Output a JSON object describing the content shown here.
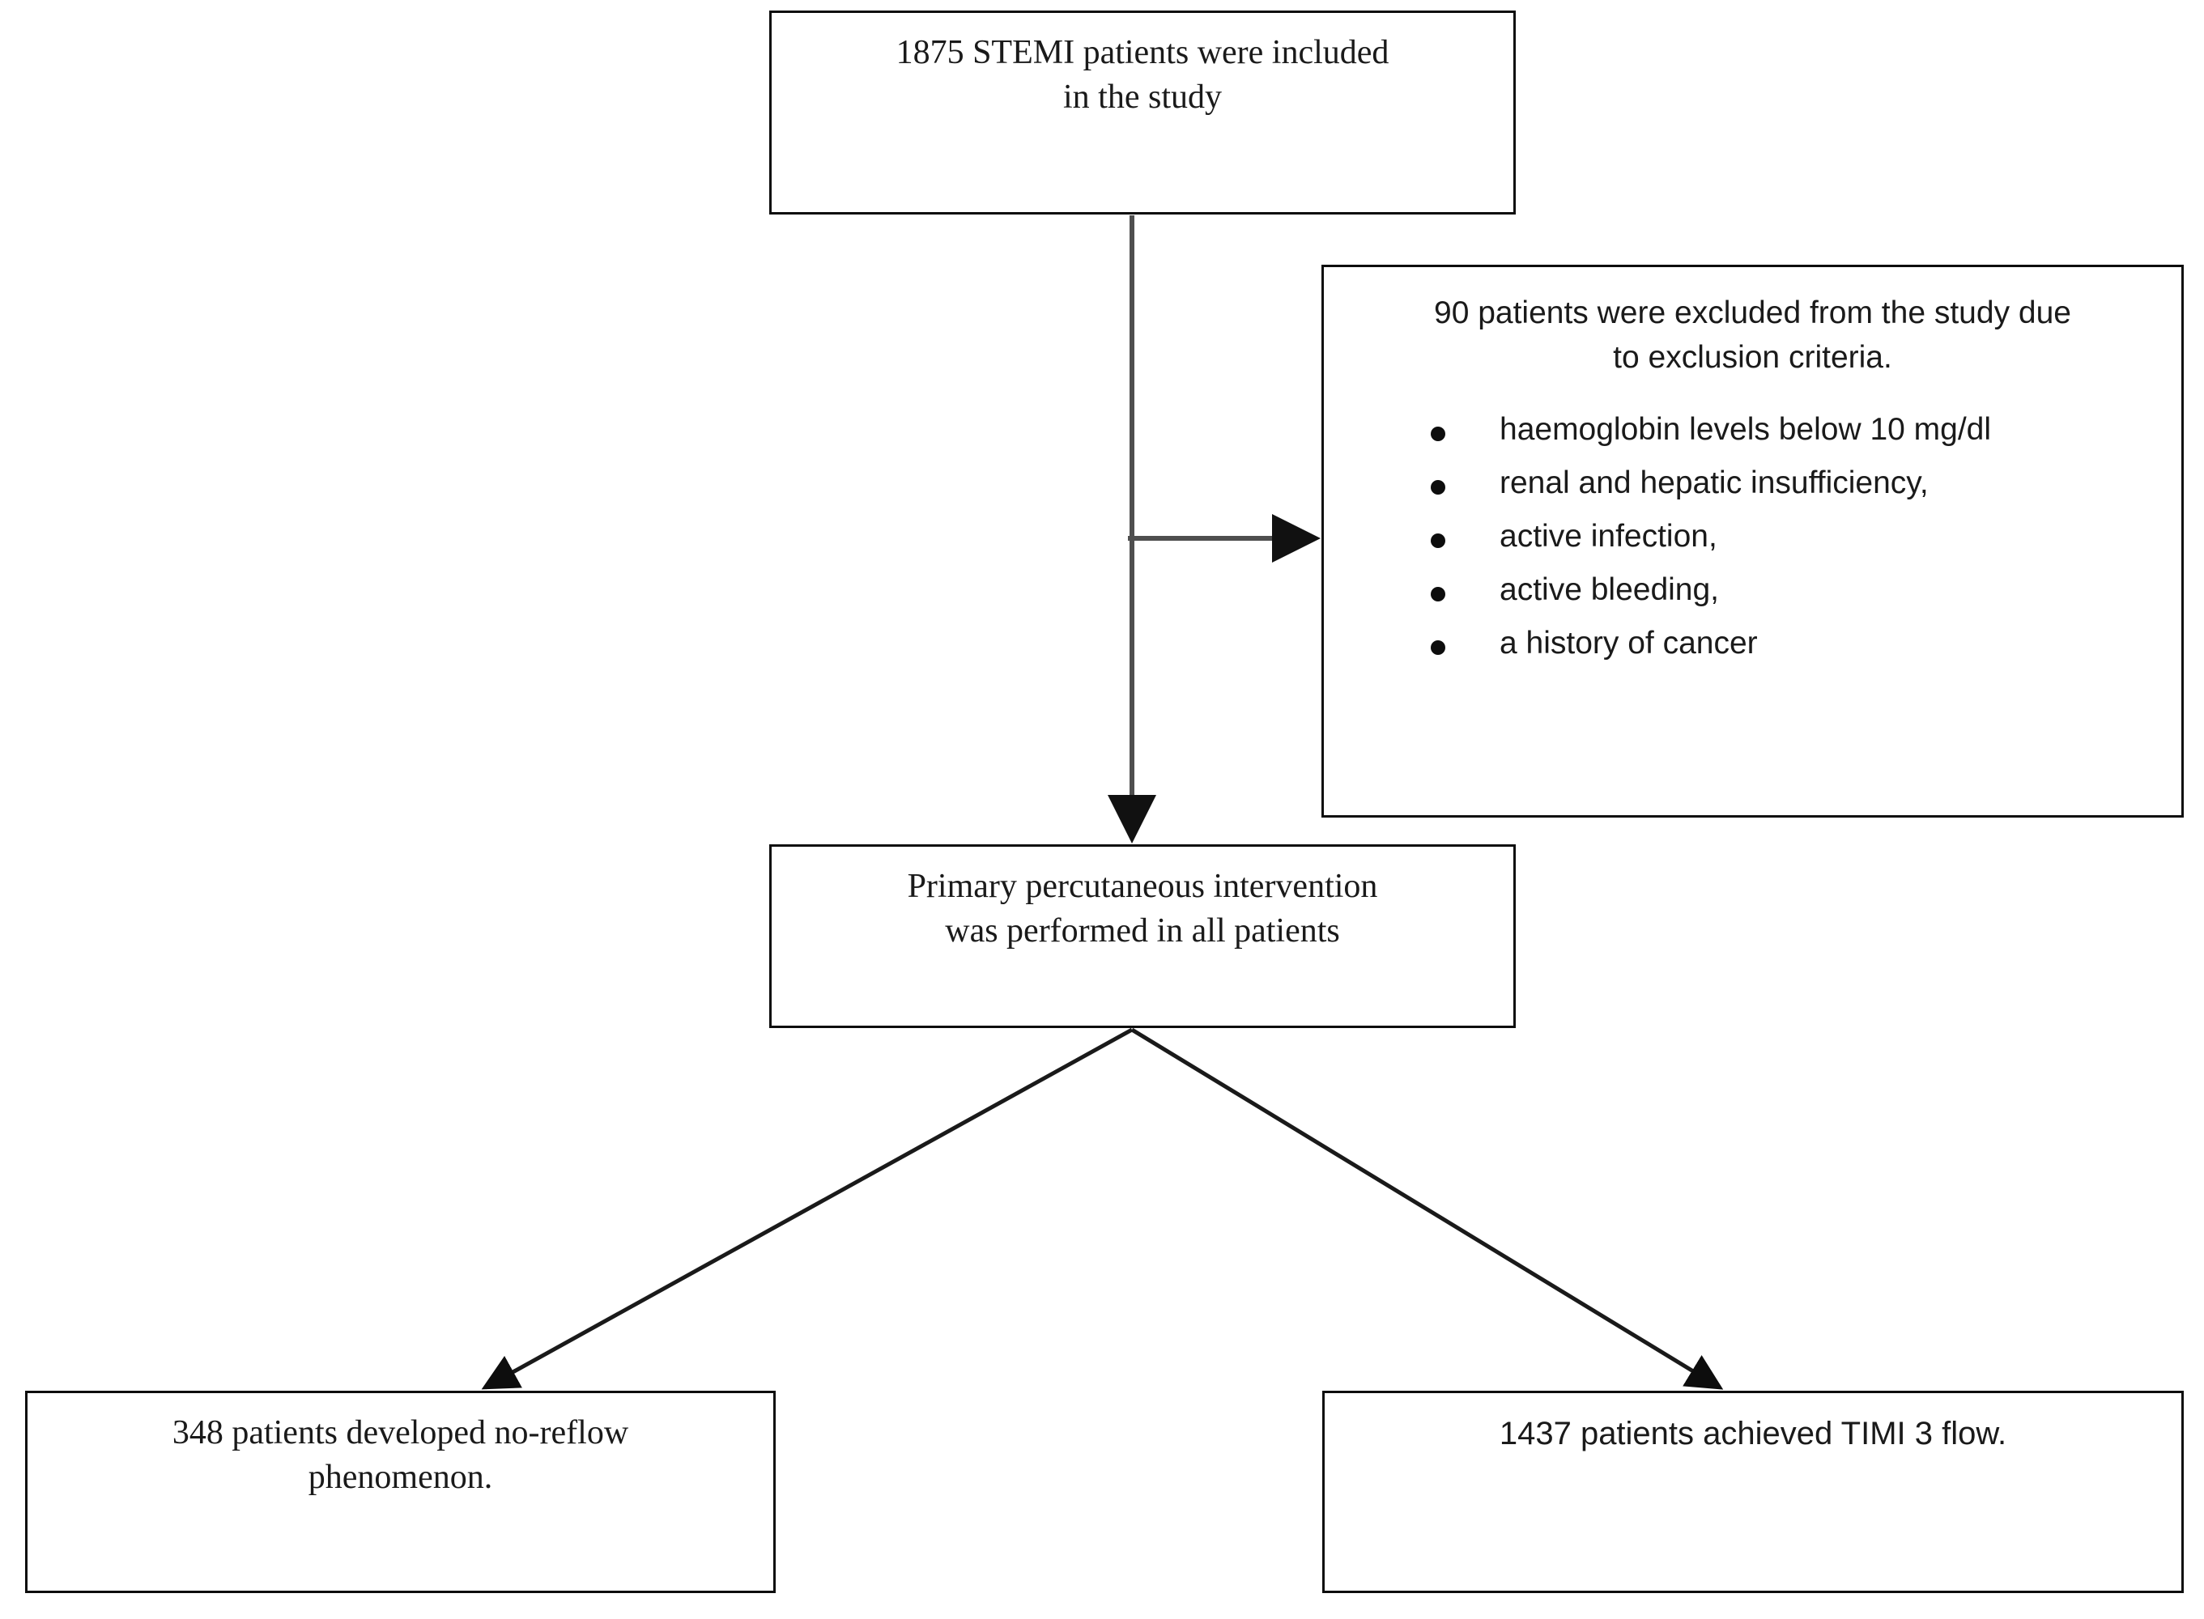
{
  "figure": {
    "type": "flowchart",
    "orientation": "top-down",
    "background_color": "#ffffff",
    "line_color": "#4d4d4d",
    "border_color": "#0d0d0d",
    "text_color": "#1a1a1a"
  },
  "nodes": {
    "included": {
      "id": "included",
      "text": "1875 STEMI patients were included in the study",
      "line1": "1875 STEMI patients were included",
      "line2": "in the study",
      "count": 1875
    },
    "excluded": {
      "id": "excluded",
      "heading_line1": "90 patients were excluded from the study due",
      "heading_line2": "to exclusion criteria.",
      "count": 90,
      "criteria": [
        "haemoglobin levels below 10 mg/dl",
        "renal and hepatic insufficiency,",
        "active infection,",
        "active bleeding,",
        "a history of cancer"
      ]
    },
    "pci": {
      "id": "pci",
      "text": "Primary percutaneous intervention was performed in all patients",
      "line1": "Primary percutaneous intervention",
      "line2": "was performed in all patients"
    },
    "noreflow": {
      "id": "noreflow",
      "text": "348 patients developed no-reflow phenomenon.",
      "line1": "348 patients developed no-reflow",
      "line2": "phenomenon.",
      "count": 348
    },
    "timi": {
      "id": "timi",
      "text": "1437 patients achieved TIMI 3 flow.",
      "count": 1437
    }
  },
  "edges": [
    {
      "from": "included",
      "to": "pci",
      "style": "straight-down-arrow"
    },
    {
      "from": "included",
      "to": "excluded",
      "style": "right-branch-arrow"
    },
    {
      "from": "pci",
      "to": "noreflow",
      "style": "diagonal-down-left-arrow"
    },
    {
      "from": "pci",
      "to": "timi",
      "style": "diagonal-down-right-arrow"
    }
  ]
}
